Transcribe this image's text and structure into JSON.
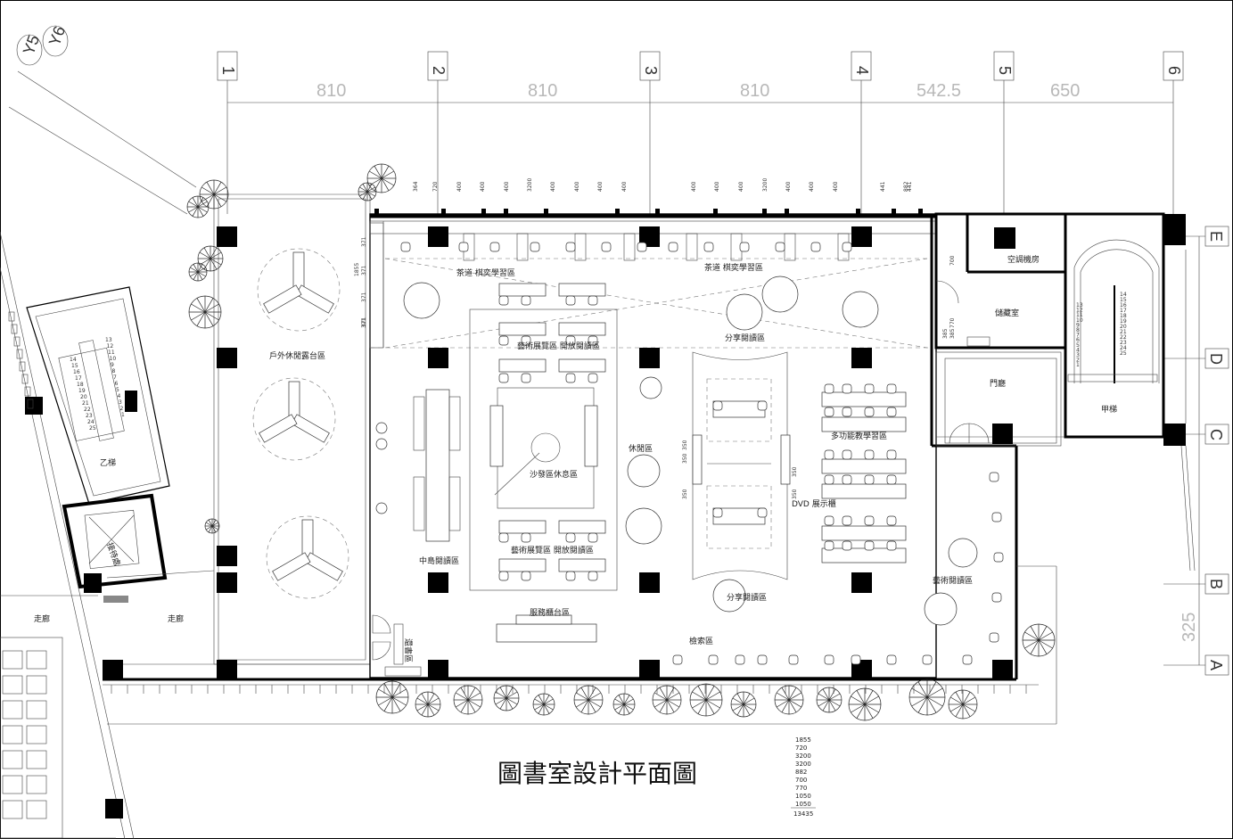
{
  "title": "圖書室設計平面圖",
  "grid_columns": [
    {
      "label": "1"
    },
    {
      "label": "2"
    },
    {
      "label": "3"
    },
    {
      "label": "4"
    },
    {
      "label": "5"
    },
    {
      "label": "6"
    }
  ],
  "grid_rows": [
    {
      "label": "E"
    },
    {
      "label": "D"
    },
    {
      "label": "C"
    },
    {
      "label": "B"
    },
    {
      "label": "A"
    }
  ],
  "corner_axes": [
    "Y5",
    "Y6"
  ],
  "top_dimensions": [
    "810",
    "810",
    "810",
    "542.5",
    "650"
  ],
  "right_dimensions": [
    "325"
  ],
  "small_dimensions_top": [
    "364",
    "720",
    "400",
    "400",
    "400",
    "3200",
    "400",
    "400",
    "400",
    "400",
    "400",
    "400",
    "400",
    "3200",
    "400",
    "400",
    "400",
    "441",
    "882",
    "441"
  ],
  "small_dimensions_side": [
    "371",
    "371",
    "1855",
    "371",
    "371",
    "371"
  ],
  "small_dimensions_misc": [
    "385",
    "385",
    "770",
    "700",
    "350",
    "350",
    "350",
    "350",
    "350"
  ],
  "rooms": {
    "tea_chess_left": "茶道 棋奕學習區",
    "tea_chess_right": "茶道 棋奕學習區",
    "art_reading_top": "藝術展覽區 開放閱讀區",
    "art_reading_bottom": "藝術展覽區 開放閱讀區",
    "sofa_rest": "沙發區休息區",
    "leisure": "休閒區",
    "share_top": "分享閱讀區",
    "share_bottom": "分享閱讀區",
    "island_reading": "中島閱讀區",
    "outdoor_terrace": "戶外休閒露台區",
    "multi_media": "多功能教學習區",
    "dvd": "DVD 展示櫃",
    "reading_right": "藝術閱讀區",
    "search": "檢索區",
    "service_desk": "服務櫃台區",
    "ac_room": "空調機房",
    "storage": "儲藏室",
    "foyer": "門廳",
    "stair_a": "甲梯",
    "stair_b": "乙梯",
    "corridor_left": "走廊",
    "corridor_mid": "走廊",
    "book_return": "還書區",
    "entrance_note": "接待處"
  },
  "stair_steps_left": [
    "13",
    "12",
    "11",
    "10",
    "9",
    "8",
    "7",
    "6",
    "5",
    "4",
    "3",
    "2",
    "1",
    "14",
    "15",
    "16",
    "17",
    "18",
    "19",
    "20",
    "21",
    "22",
    "23",
    "24",
    "25"
  ],
  "stair_steps_right": [
    "13",
    "12",
    "11",
    "10",
    "9",
    "8",
    "7",
    "6",
    "5",
    "4",
    "3",
    "2",
    "1",
    "14",
    "15",
    "16",
    "17",
    "18",
    "19",
    "20",
    "21",
    "22",
    "23",
    "24",
    "25"
  ],
  "summary_values": [
    "1855",
    "720",
    "3200",
    "3200",
    "882",
    "700",
    "770",
    "1050",
    "1050"
  ],
  "summary_total": "13435",
  "colors": {
    "wall": "#000000",
    "dimension": "#b8b8b8",
    "line": "#444444"
  }
}
